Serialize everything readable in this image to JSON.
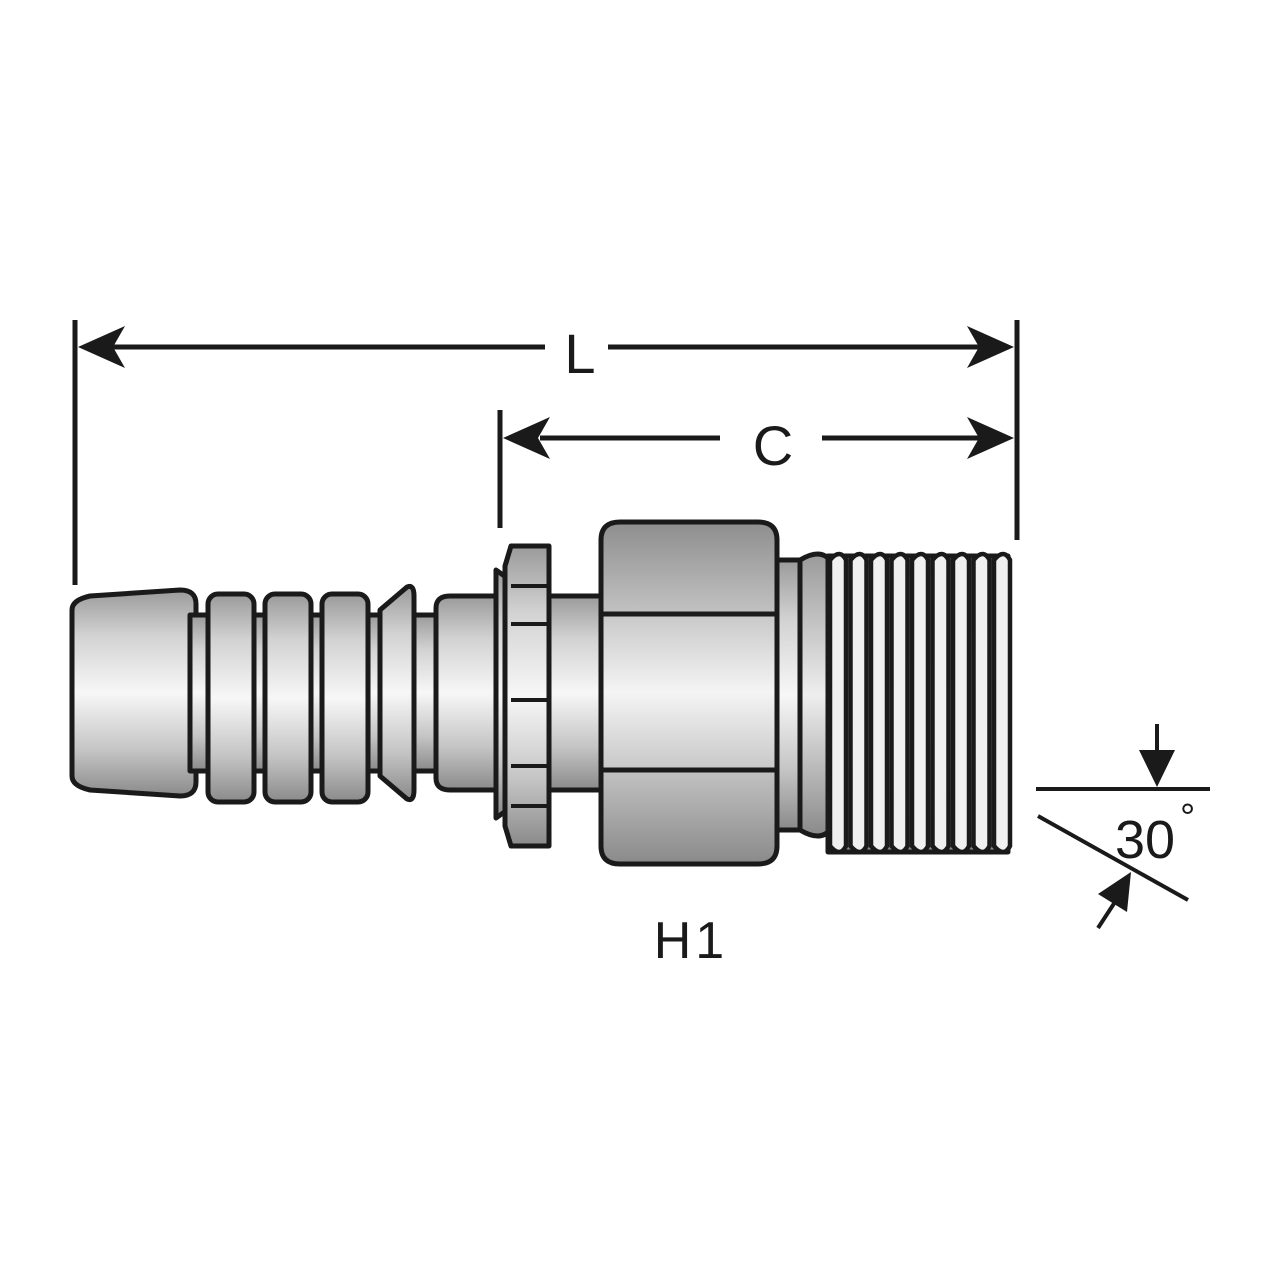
{
  "diagram": {
    "dimension_length_label": "L",
    "dimension_c_label": "C",
    "hex_label": "H1",
    "angle_label": "30",
    "angle_unit_symbol": "°"
  },
  "colors": {
    "outline": "#1a1a1a",
    "metal_dark": "#8c8c8c",
    "metal_mid": "#c9c9c9",
    "metal_light": "#f2f2f2",
    "background": "#ffffff"
  }
}
